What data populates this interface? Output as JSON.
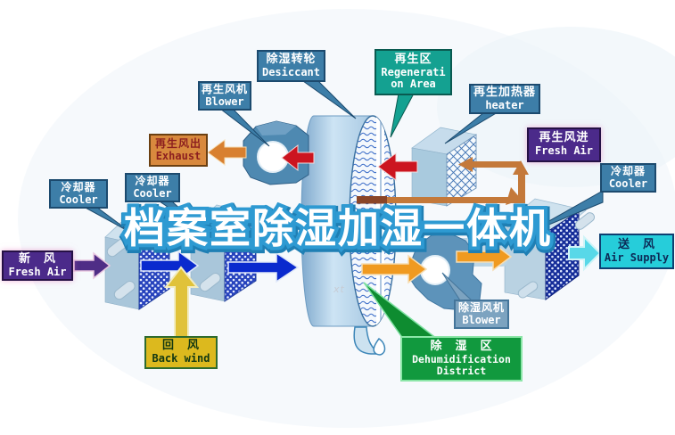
{
  "diagram_title": "档案室除湿加湿一体机",
  "watermark": "xt",
  "colors": {
    "title_fill": "#ffffff",
    "title_outline": "#2e9ad2",
    "label_blue": "#3d7ea8",
    "label_light_blue": "#7ca3c0",
    "label_teal": "#14a191",
    "label_orange": "#d8893e",
    "label_purple": "#4b2a8a",
    "label_cyan": "#26cdda",
    "label_yellow": "#dcb91e",
    "label_green": "#11993e",
    "arrow_blue": "#0a2ace",
    "arrow_red": "#cc1520",
    "arrow_orange": "#f09a20",
    "arrow_cyan": "#58d8e8",
    "arrow_purple": "#4f2d86",
    "arrow_yellow": "#e0c23a",
    "pipe_orange": "#c4793a"
  },
  "labels": {
    "desiccant": {
      "lines": [
        "除湿转轮",
        "Desiccant"
      ]
    },
    "regeneration_area": {
      "lines": [
        "再生区",
        "Regenerati",
        "on Area"
      ]
    },
    "regen_blower": {
      "lines": [
        "再生风机",
        "Blower"
      ]
    },
    "regen_heater": {
      "lines": [
        "再生加热器",
        "heater"
      ]
    },
    "exhaust": {
      "lines": [
        "再生风出",
        "Exhaust"
      ]
    },
    "regen_fresh_air": {
      "lines": [
        "再生风进",
        "Fresh Air"
      ]
    },
    "cooler_left": {
      "lines": [
        "冷却器",
        "Cooler"
      ]
    },
    "cooler_mid": {
      "lines": [
        "冷却器",
        "Cooler"
      ]
    },
    "cooler_right": {
      "lines": [
        "冷却器",
        "Cooler"
      ]
    },
    "fresh_air": {
      "lines": [
        "新　风",
        "Fresh Air"
      ]
    },
    "air_supply": {
      "lines": [
        "送　风",
        "Air Supply"
      ]
    },
    "back_wind": {
      "lines": [
        "回　风",
        "Back wind"
      ]
    },
    "dehumid_blower": {
      "lines": [
        "除湿风机",
        "Blower"
      ]
    },
    "dehumid_district": {
      "lines": [
        "除　湿　区",
        "Dehumidification",
        "District"
      ]
    }
  }
}
